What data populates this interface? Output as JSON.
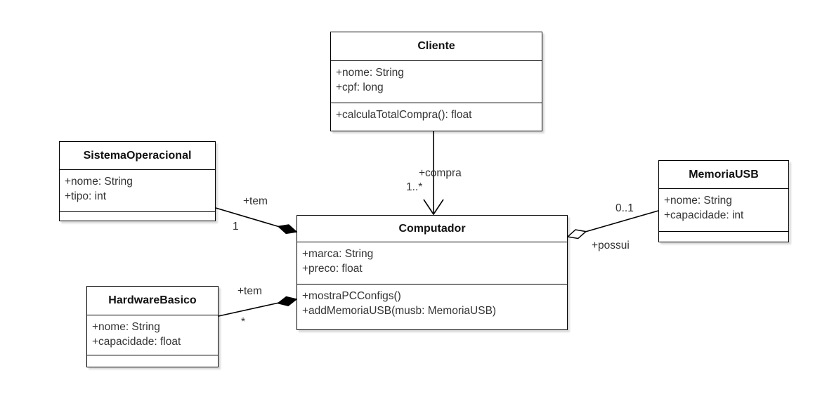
{
  "classes": {
    "cliente": {
      "name": "Cliente",
      "attributes": [
        "+nome: String",
        "+cpf: long"
      ],
      "methods": [
        "+calculaTotalCompra(): float"
      ]
    },
    "sistema_operacional": {
      "name": "SistemaOperacional",
      "attributes": [
        "+nome: String",
        "+tipo: int"
      ],
      "methods": []
    },
    "memoria_usb": {
      "name": "MemoriaUSB",
      "attributes": [
        "+nome: String",
        "+capacidade: int"
      ],
      "methods": []
    },
    "computador": {
      "name": "Computador",
      "attributes": [
        "+marca: String",
        "+preco: float"
      ],
      "methods": [
        "+mostraPCConfigs()",
        "+addMemoriaUSB(musb: MemoriaUSB)"
      ]
    },
    "hardware_basico": {
      "name": "HardwareBasico",
      "attributes": [
        "+nome: String",
        "+capacidade: float"
      ],
      "methods": []
    }
  },
  "relations": {
    "compra": {
      "label": "+compra",
      "multiplicity": "1..*",
      "type": "directed association",
      "from": "Cliente",
      "to": "Computador"
    },
    "tem_sistema": {
      "label": "+tem",
      "multiplicity": "1",
      "type": "composition",
      "from": "SistemaOperacional",
      "to": "Computador"
    },
    "tem_hardware": {
      "label": "+tem",
      "multiplicity": "*",
      "type": "composition",
      "from": "HardwareBasico",
      "to": "Computador"
    },
    "possui": {
      "label": "+possui",
      "multiplicity": "0..1",
      "type": "aggregation",
      "from": "Computador",
      "to": "MemoriaUSB"
    }
  },
  "colors": {
    "background": "#ffffff",
    "box_fill": "#ffffff",
    "line": "#000000",
    "text": "#333333"
  }
}
